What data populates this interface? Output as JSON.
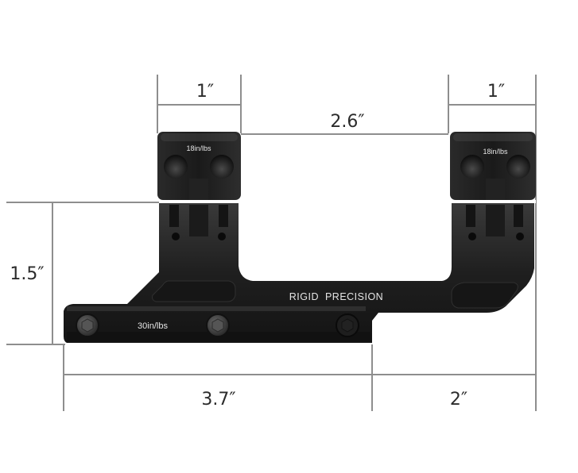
{
  "diagram": {
    "subject": "cantilever scope mount",
    "brand_engraving": "RIGID  PRECISION",
    "ring_torque_left": "18in/lbs",
    "ring_torque_right": "18in/lbs",
    "base_torque": "30in/lbs",
    "dimensions": {
      "ring_width_left": "1″",
      "ring_width_right": "1″",
      "ring_spacing": "2.6″",
      "height": "1.5″",
      "base_length": "3.7″",
      "cantilever_offset": "2″"
    },
    "colors": {
      "background": "#ffffff",
      "dimension_line": "#8e8e8e",
      "label_text": "#2b2b2b",
      "mount_body": "#1e1e1e",
      "engraving": "#e6e6e6"
    }
  }
}
